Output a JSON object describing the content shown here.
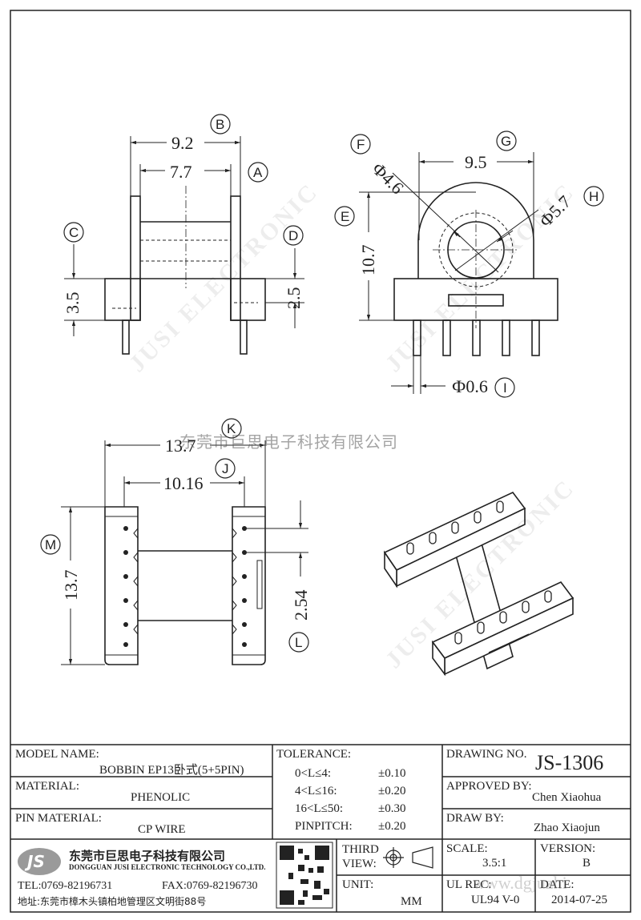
{
  "views": {
    "side": {
      "dim_b": "9.2",
      "dim_a": "7.7",
      "dim_c": "3.5",
      "dim_d": "2.5",
      "label_b": "B",
      "label_a": "A",
      "label_c": "C",
      "label_d": "D"
    },
    "front": {
      "dim_f": "Ф4.6",
      "dim_g": "9.5",
      "dim_h": "Ф5.7",
      "dim_e": "10.7",
      "dim_i": "Ф0.6",
      "label_f": "F",
      "label_g": "G",
      "label_h": "H",
      "label_e": "E",
      "label_i": "I"
    },
    "top": {
      "dim_k": "13.7",
      "dim_j": "10.16",
      "dim_m": "13.7",
      "dim_l": "2.54",
      "label_k": "K",
      "label_j": "J",
      "label_m": "M",
      "label_l": "L"
    }
  },
  "watermark": {
    "company_cn": "东莞市巨思电子科技有限公司",
    "brand_text": "JUSI ELECTRONIC"
  },
  "title_block": {
    "model_name_label": "MODEL NAME:",
    "model_name_value": "BOBBIN EP13卧式(5+5PIN)",
    "material_label": "MATERIAL:",
    "material_value": "PHENOLIC",
    "pin_material_label": "PIN MATERIAL:",
    "pin_material_value": "CP WIRE",
    "tolerance_label": "TOLERANCE:",
    "tolerance_rows": [
      {
        "range": "0<L≤4:",
        "value": "±0.10"
      },
      {
        "range": "4<L≤16:",
        "value": "±0.20"
      },
      {
        "range": "16<L≤50:",
        "value": "±0.30"
      },
      {
        "range": "PINPITCH:",
        "value": "±0.20"
      }
    ],
    "drawing_no_label": "DRAWING NO.",
    "drawing_no_value": "JS-1306",
    "approved_by_label": "APPROVED BY:",
    "approved_by_value": "Chen Xiaohua",
    "draw_by_label": "DRAW BY:",
    "draw_by_value": "Zhao Xiaojun",
    "company_logo": "JS",
    "company_cn": "东莞市巨思电子科技有限公司",
    "company_en": "DONGGUAN JUSI ELECTRONIC TECHNOLOGY CO.,LTD.",
    "tel": "TEL:0769-82196731",
    "fax": "FAX:0769-82196730",
    "address": "地址:东莞市樟木头镇柏地管理区文明街88号",
    "third_view_label": "THIRD VIEW:",
    "unit_label": "UNIT:",
    "unit_value": "MM",
    "scale_label": "SCALE:",
    "scale_value": "3.5:1",
    "version_label": "VERSION:",
    "version_value": "B",
    "ul_rec_label": "UL REC:",
    "ul_rec_value": "UL94 V-0",
    "date_label": "DATE:",
    "date_value": "2014-07-25",
    "website": "www.dgjuzhi"
  }
}
